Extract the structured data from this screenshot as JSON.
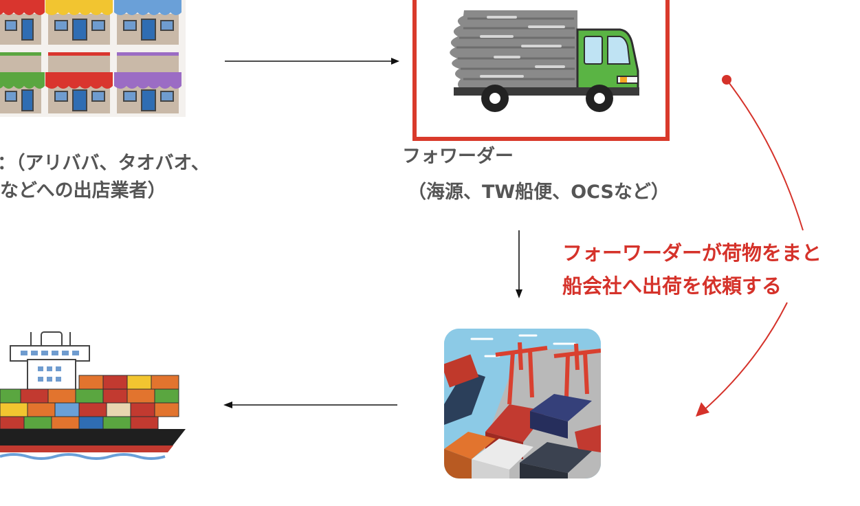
{
  "sellers": {
    "caption_line1": "：（アリババ、タオバオ、",
    "caption_line2": "などへの出店業者）",
    "icon": "shops-icon"
  },
  "forwarder": {
    "caption_line1": "フォワーダー",
    "caption_line2": "（海源、TW船便、OCSなど）",
    "icon": "truck-icon",
    "highlight_color": "#d93a2b"
  },
  "port": {
    "icon": "container-port-icon"
  },
  "ship": {
    "icon": "container-ship-icon"
  },
  "note": {
    "line1": "フォーワーダーが荷物をまと",
    "line2": "船会社へ出荷を依頼する",
    "color": "#d5322a"
  }
}
